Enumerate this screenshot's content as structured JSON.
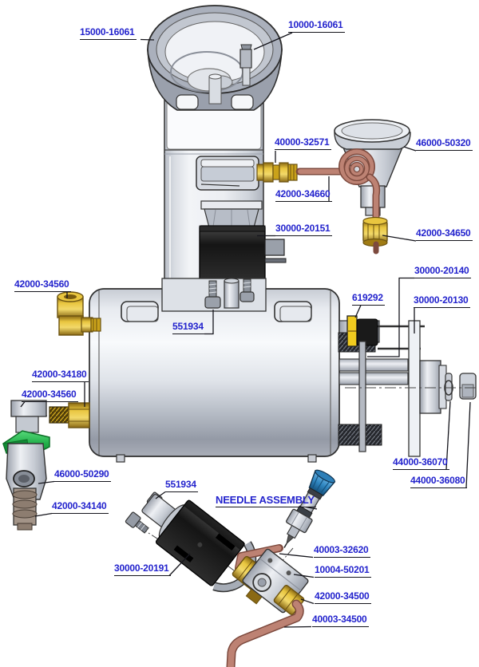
{
  "diagram": {
    "type": "exploded-parts-diagram",
    "colors": {
      "label_text": "#2323cd",
      "leader_line": "#15151c",
      "brass": "#d9b32a",
      "copper": "#bd8273",
      "handle_green": "#2fbf57",
      "knob_blue": "#2f86c0",
      "thermostat_yellow": "#f0cb1f",
      "solenoid_black": "#1a1a1a",
      "metal_gray": "#c9ced6"
    }
  },
  "callouts": [
    {
      "text": "15000-16061"
    },
    {
      "text": "10000-16061"
    },
    {
      "text": "40000-32571"
    },
    {
      "text": "46000-50320"
    },
    {
      "text": "42000-34660"
    },
    {
      "text": "30000-20151"
    },
    {
      "text": "42000-34650"
    },
    {
      "text": "42000-34560"
    },
    {
      "text": "30000-20140"
    },
    {
      "text": "619292"
    },
    {
      "text": "30000-20130"
    },
    {
      "text": "551934"
    },
    {
      "text": "42000-34180"
    },
    {
      "text": "42000-34560"
    },
    {
      "text": "46000-50290"
    },
    {
      "text": "42000-34140"
    },
    {
      "text": "44000-36070"
    },
    {
      "text": "44000-36080"
    },
    {
      "text": "551934"
    },
    {
      "text": "NEEDLE ASSEMBLY"
    },
    {
      "text": "30000-20191"
    },
    {
      "text": "40003-32620"
    },
    {
      "text": "10004-50201"
    },
    {
      "text": "42000-34500"
    },
    {
      "text": "40003-34500"
    }
  ]
}
